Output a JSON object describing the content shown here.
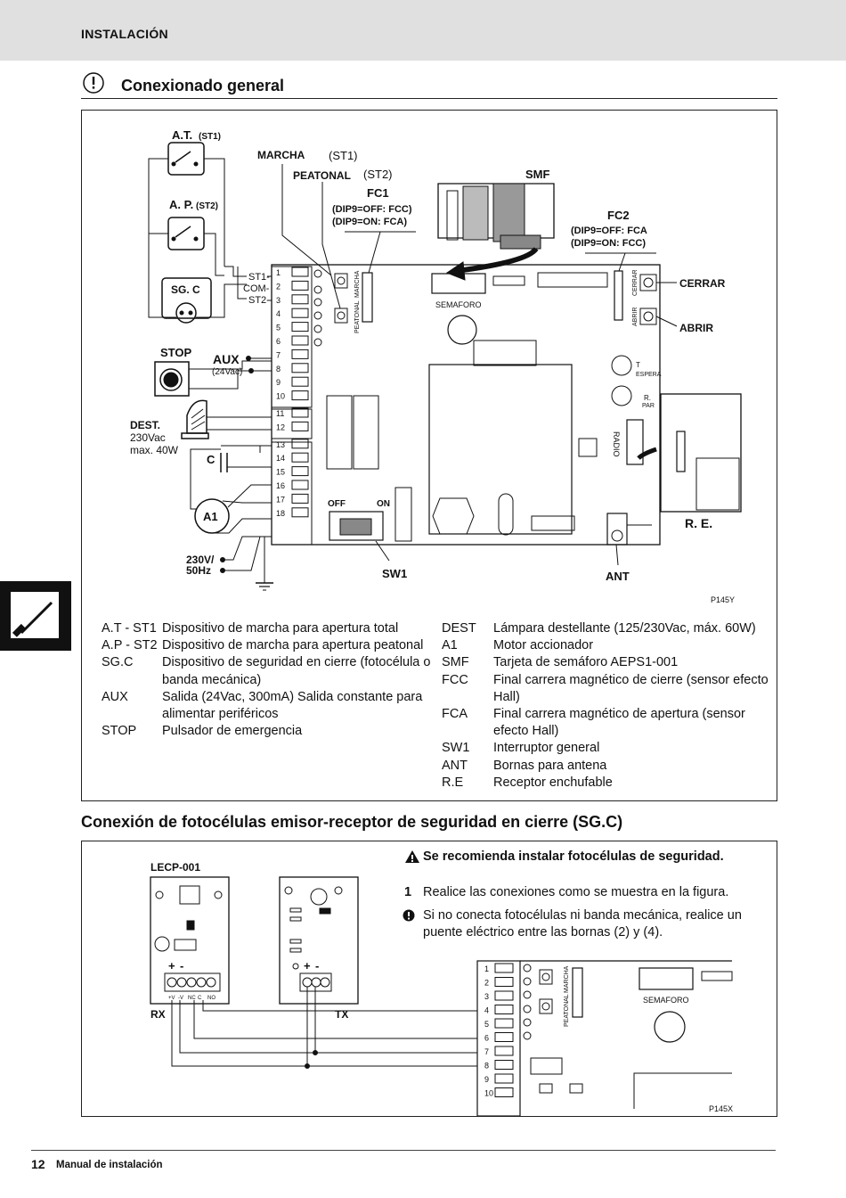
{
  "header": {
    "title": "INSTALACIÓN"
  },
  "section1": {
    "title": "Conexionado general"
  },
  "diagram1": {
    "at": "A.T.",
    "st1_small": "(ST1)",
    "ap": "A. P.",
    "st2_small": "(ST2)",
    "marcha": "MARCHA",
    "marcha_st": "(ST1)",
    "peatonal": "PEATONAL",
    "peatonal_st": "(ST2)",
    "fc1": "FC1",
    "fc1_line1": "(DIP9=OFF: FCC)",
    "fc1_line2": "(DIP9=ON: FCA)",
    "smf": "SMF",
    "fc2": "FC2",
    "fc2_line1": "(DIP9=OFF: FCA",
    "fc2_line2": "(DIP9=ON: FCC)",
    "cerrar": "CERRAR",
    "abrir": "ABRIR",
    "sgc": "SG. C",
    "st1_term": "ST1-",
    "com_term": "COM-",
    "st2_term": "ST2-",
    "stop": "STOP",
    "aux": "AUX",
    "aux_v": "(24Vac)",
    "dest": "DEST.",
    "dest_v": "230Vac",
    "dest_w": "max. 40W",
    "c": "C",
    "a1": "A1",
    "mains1": "230V/",
    "mains2": "50Hz",
    "sw1": "SW1",
    "ant": "ANT",
    "re": "R. E.",
    "semaforo": "SEMAFORO",
    "off": "OFF",
    "on": "ON",
    "radio": "RADIO",
    "t_espera": "T",
    "espera": "ESPERA",
    "r_par": "R.",
    "par": "PAR",
    "board_marcha": "MARCHA",
    "board_peatonal": "PEATONAL",
    "board_cerrar": "CERRAR",
    "board_abrir": "ABRIR",
    "terminals": [
      "1",
      "2",
      "3",
      "4",
      "5",
      "6",
      "7",
      "8",
      "9",
      "10",
      "11",
      "12",
      "13",
      "14",
      "15",
      "16",
      "17",
      "18"
    ],
    "ref": "P145Y"
  },
  "legend_left": [
    {
      "code": "A.T - ST1",
      "desc": "Dispositivo de marcha para apertura total"
    },
    {
      "code": "A.P - ST2",
      "desc": "Dispositivo de marcha para apertura peatonal"
    },
    {
      "code": "SG.C",
      "desc": "Dispositivo de seguridad en cierre (fotocélula o banda mecánica)"
    },
    {
      "code": "AUX",
      "desc": "Salida (24Vac, 300mA) Salida constante para alimentar periféricos"
    },
    {
      "code": "STOP",
      "desc": "Pulsador de emergencia"
    }
  ],
  "legend_right": [
    {
      "code": "DEST",
      "desc": "Lámpara destellante (125/230Vac, máx. 60W)"
    },
    {
      "code": "A1",
      "desc": "Motor accionador"
    },
    {
      "code": "SMF",
      "desc": "Tarjeta de semáforo AEPS1-001"
    },
    {
      "code": "FCC",
      "desc": "Final carrera magnético de cierre (sensor efecto Hall)"
    },
    {
      "code": "FCA",
      "desc": "Final carrera magnético de apertura (sensor efecto Hall)"
    },
    {
      "code": "SW1",
      "desc": "Interruptor general"
    },
    {
      "code": "ANT",
      "desc": "Bornas para antena"
    },
    {
      "code": "R.E",
      "desc": "Receptor enchufable"
    }
  ],
  "section2": {
    "title": "Conexión de fotocélulas emisor-receptor de seguridad en cierre (SG.C)",
    "warning": "Se recomienda instalar fotocélulas de seguridad.",
    "step_num": "1",
    "step_text": "Realice las conexiones como se muestra en la figura.",
    "info_text": "Si no conecta fotocélulas ni banda mecánica, realice un puente eléctrico entre las bornas (2) y (4)."
  },
  "diagram2": {
    "lecp": "LECP-001",
    "rx": "RX",
    "tx": "TX",
    "plus": "+",
    "minus": "-",
    "rx_terms": [
      "+V",
      "-V",
      "NC",
      "C",
      "NO"
    ],
    "terminals": [
      "1",
      "2",
      "3",
      "4",
      "5",
      "6",
      "7",
      "8",
      "9",
      "10"
    ],
    "marcha": "MARCHA",
    "peatonal": "PEATONAL",
    "semaforo": "SEMAFORO",
    "ref": "P145X"
  },
  "footer": {
    "page": "12",
    "text": "Manual de instalación"
  }
}
